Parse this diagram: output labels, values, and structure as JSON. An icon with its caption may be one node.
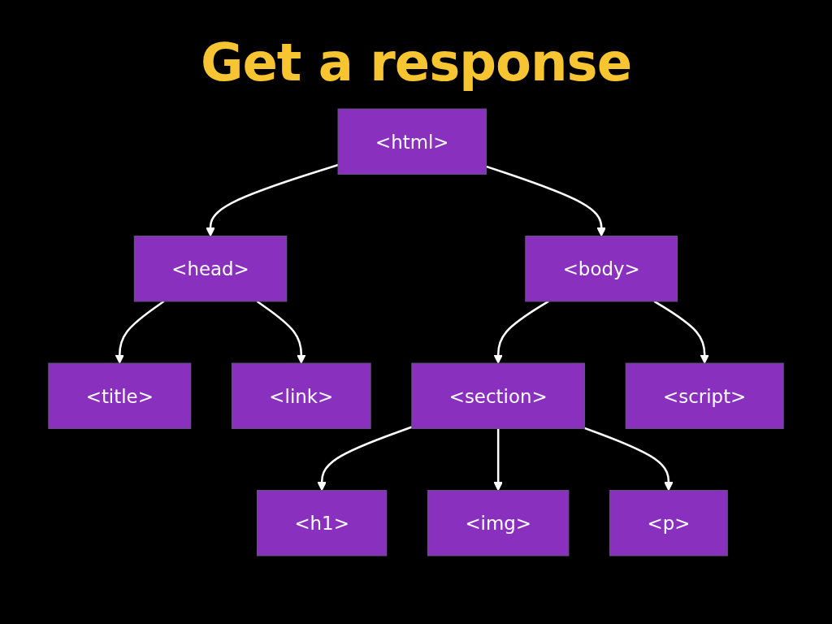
{
  "diagram": {
    "title": "Get a response",
    "nodes": [
      {
        "text": [
          "<html>"
        ]
      },
      {
        "text": [
          "<head>"
        ]
      },
      {
        "text": [
          "<body>"
        ]
      },
      {
        "text": [
          "<title>"
        ]
      },
      {
        "text": [
          "<link>"
        ]
      },
      {
        "text": [
          "<section>"
        ]
      },
      {
        "text": [
          "<script>"
        ]
      },
      {
        "text": [
          "<h1>"
        ]
      },
      {
        "text": [
          "<img>"
        ]
      },
      {
        "text": [
          "<p>"
        ]
      }
    ],
    "edges": [
      {
        "from": 0,
        "to": 1,
        "arrow": "to"
      },
      {
        "from": 0,
        "to": 2,
        "arrow": "to"
      },
      {
        "from": 1,
        "to": 3,
        "arrow": "to"
      },
      {
        "from": 1,
        "to": 4,
        "arrow": "to"
      },
      {
        "from": 2,
        "to": 5,
        "arrow": "to"
      },
      {
        "from": 2,
        "to": 6,
        "arrow": "to"
      },
      {
        "from": 5,
        "to": 7,
        "arrow": "to"
      },
      {
        "from": 5,
        "to": 8,
        "arrow": "to"
      },
      {
        "from": 5,
        "to": 9,
        "arrow": "to"
      }
    ]
  }
}
